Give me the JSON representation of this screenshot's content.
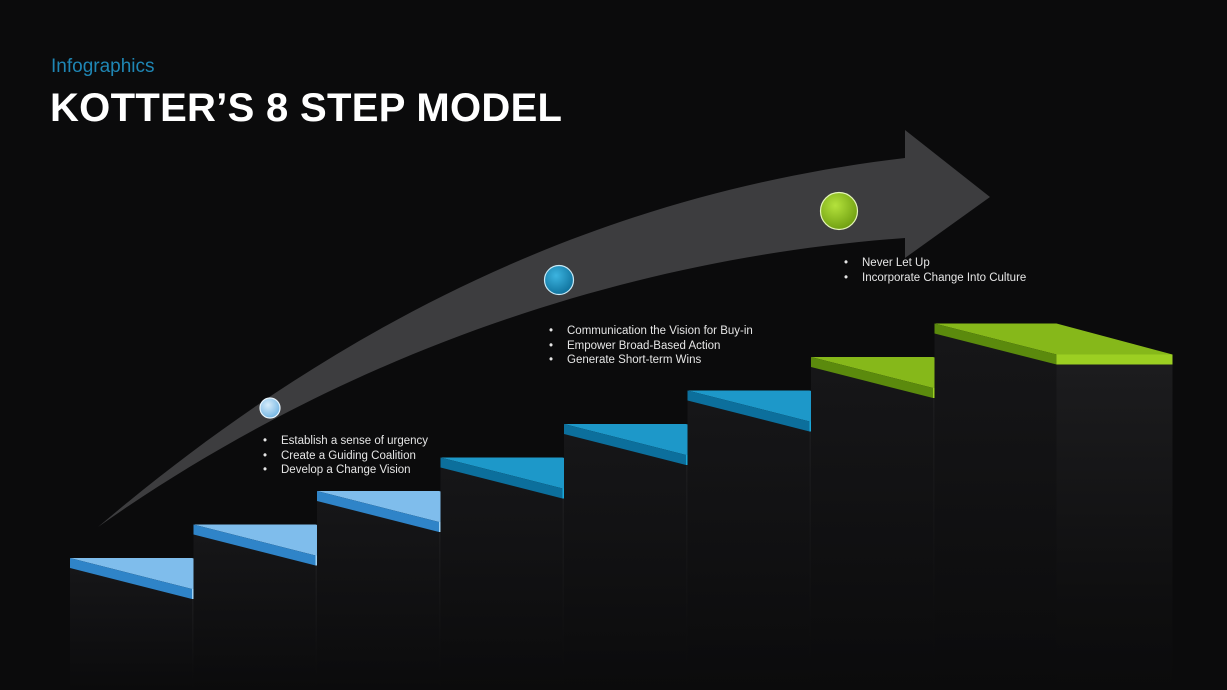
{
  "header": {
    "subtitle": "Infographics",
    "title": "KOTTER’S 8 STEP MODEL"
  },
  "groups": [
    {
      "color": "#9fd3f6",
      "bullets": [
        "Establish a sense of urgency",
        "Create a Guiding Coalition",
        "Develop a Change Vision"
      ]
    },
    {
      "color": "#1493c4",
      "bullets": [
        "Communication the Vision for Buy-in",
        "Empower Broad-Based Action",
        "Generate Short-term Wins"
      ]
    },
    {
      "color": "#8cc21a",
      "bullets": [
        "Never Let Up",
        "Incorporate Change Into Culture"
      ]
    }
  ],
  "colors": {
    "background": "#0b0b0c",
    "subtitle": "#1f86b4",
    "arrow": "#3d3d3f"
  }
}
